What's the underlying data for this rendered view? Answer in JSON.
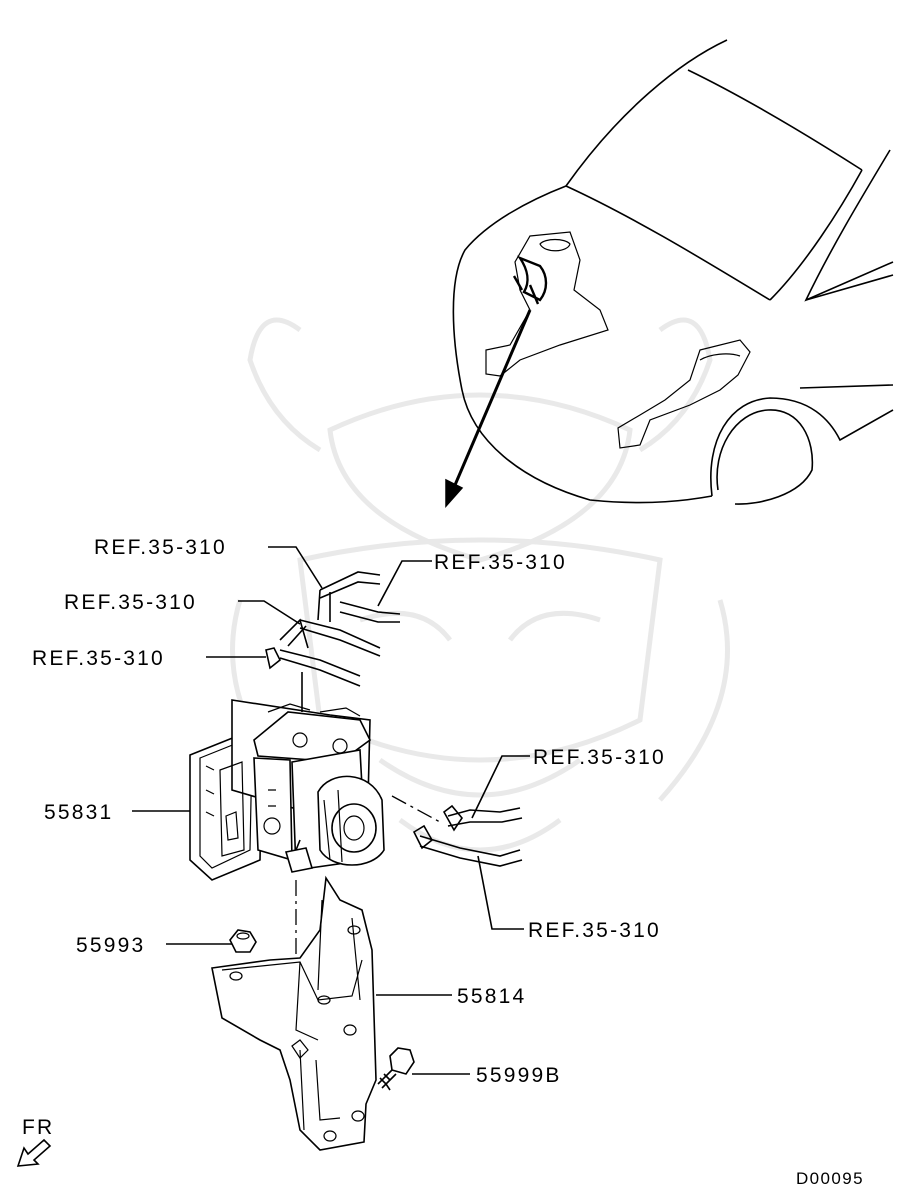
{
  "diagram": {
    "ref_labels": [
      "REF.35-310",
      "REF.35-310",
      "REF.35-310",
      "REF.35-310",
      "REF.35-310",
      "REF.35-310"
    ],
    "part_numbers": {
      "hydraulic_unit": "55831",
      "flange_nut": "55993",
      "bracket": "55814",
      "bolt": "55999B"
    },
    "direction_marker": "FR",
    "diagram_code": "D00095"
  },
  "icons": {
    "direction": "front-direction-arrow-icon",
    "watermark": "samurai-watermark-icon"
  }
}
